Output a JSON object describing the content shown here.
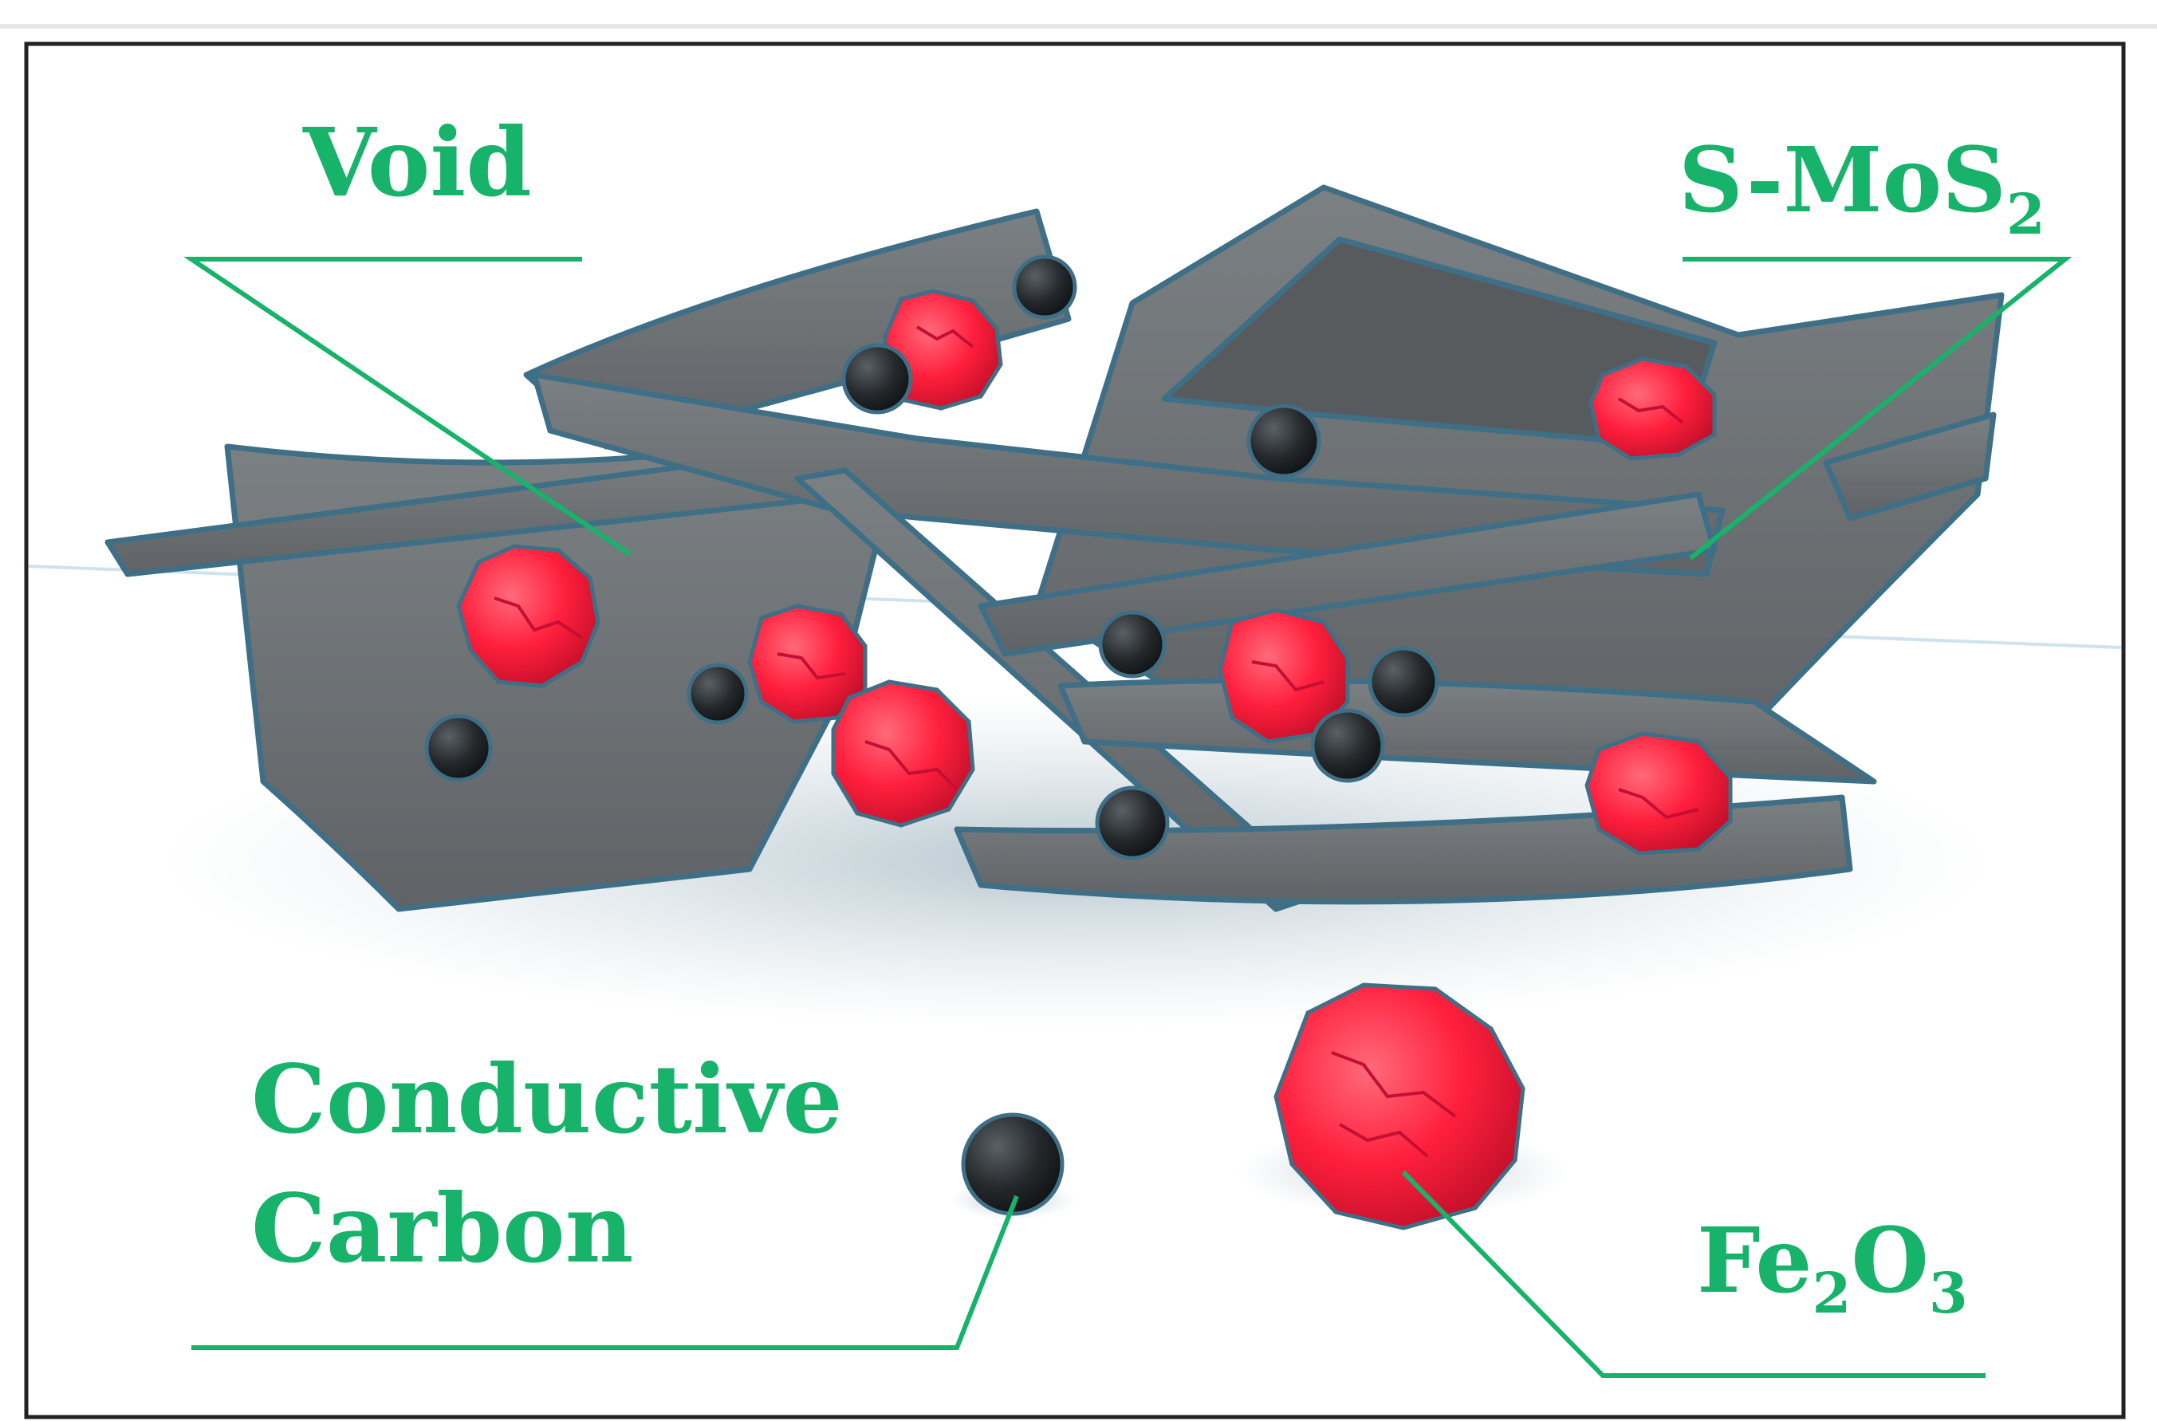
{
  "labels": {
    "void": "Void",
    "smos2_main": "S-MoS",
    "smos2_sub": "2",
    "carbon_line1": "Conductive",
    "carbon_line2": "Carbon",
    "fe2o3_fe": "Fe",
    "fe2o3_sub1": "2",
    "fe2o3_o": "O",
    "fe2o3_sub2": "3"
  },
  "colors": {
    "label_green": "#18b36b",
    "sheet_fill": "#6f7477",
    "sheet_edge": "#3f6f86",
    "fe2o3_red": "#ff1f3d",
    "carbon_black": "#24282b",
    "frame": "#222222"
  },
  "icons": {
    "fe2o3_particle": "red-crumpled-sphere",
    "carbon_particle": "black-sphere",
    "smos2_sheet": "grey-sheet"
  }
}
